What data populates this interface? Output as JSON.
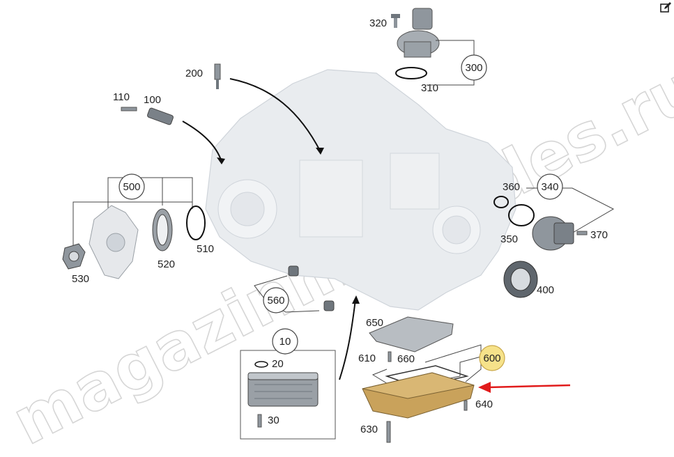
{
  "watermark": "magazinmercedes.ru",
  "icons": {
    "edit": "edit-icon"
  },
  "colors": {
    "highlight": "#f6e28a",
    "arrow_red": "#e11b1b",
    "pan_gold": "#c9a25b"
  },
  "groups": {
    "g500": "500",
    "g300": "300",
    "g340": "340",
    "g560": "560",
    "g10": "10",
    "g600": "600"
  },
  "labels": {
    "p320": "320",
    "p310": "310",
    "p200": "200",
    "p110": "110",
    "p100": "100",
    "p510": "510",
    "p520": "520",
    "p530": "530",
    "p360": "360",
    "p370": "370",
    "p350": "350",
    "p400": "400",
    "p650": "650",
    "p610": "610",
    "p660": "660",
    "p640": "640",
    "p630": "630",
    "p20": "20",
    "p30": "30"
  }
}
